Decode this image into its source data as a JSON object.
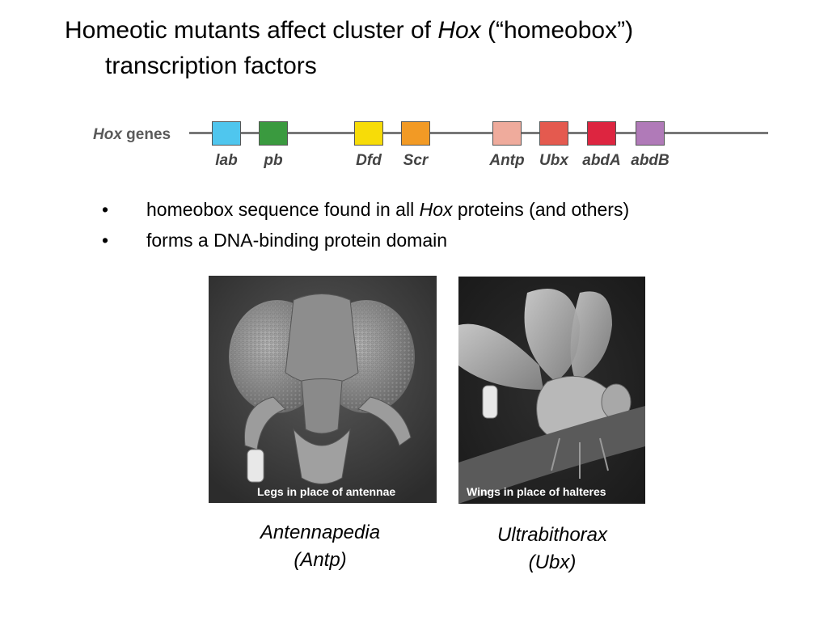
{
  "title": {
    "part1": "Homeotic mutants affect cluster of ",
    "hox": "Hox",
    "part2": " (“homeobox”)",
    "line2": "transcription factors"
  },
  "hox_diagram": {
    "label_italic": "Hox",
    "label_rest": " genes",
    "genes": [
      {
        "name": "lab",
        "color": "#4fc6ee"
      },
      {
        "name": "pb",
        "color": "#3a9a3f"
      },
      {
        "name": "Dfd",
        "color": "#f7dc08"
      },
      {
        "name": "Scr",
        "color": "#f29a25"
      },
      {
        "name": "Antp",
        "color": "#efab9c"
      },
      {
        "name": "Ubx",
        "color": "#e45a4f"
      },
      {
        "name": "abdA",
        "color": "#dd2540"
      },
      {
        "name": "abdB",
        "color": "#b07ab8"
      }
    ]
  },
  "bullets": {
    "b1_part1": "homeobox sequence found in all ",
    "b1_hox": "Hox",
    "b1_part2": " proteins (and others)",
    "b2": "forms a DNA-binding protein domain",
    "marker": "•"
  },
  "photos": {
    "left_caption": "Legs in place of antennae",
    "right_caption": "Wings in place of halteres"
  },
  "mutants": {
    "antp_name": "Antennapedia",
    "antp_abbr": "(Antp)",
    "ubx_name": "Ultrabithorax",
    "ubx_abbr": "(Ubx)"
  }
}
